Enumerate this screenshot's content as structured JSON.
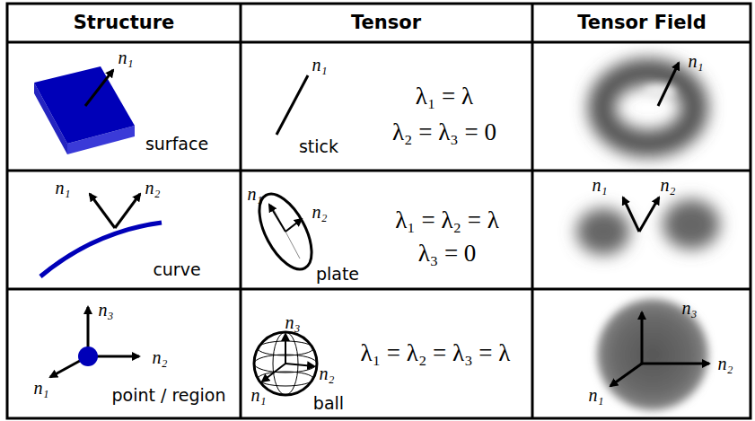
{
  "diagram": {
    "labels": [
      "Structure",
      "Tensor",
      "Tensor Field",
      "n₁",
      "surface",
      "n₁",
      "stick",
      "λ₁ = λ",
      "λ₂ = λ₃ = 0",
      "n₁",
      "n₁",
      "n₂",
      "curve",
      "n₁",
      "n₂",
      "plate",
      "λ₁ = λ₂ = λ",
      "λ₃ = 0",
      "n₁",
      "n₂",
      "n₃",
      "n₂",
      "n₁",
      "point / region",
      "n₃",
      "n₂",
      "n₁",
      "ball",
      "λ₁ = λ₂ = λ₃ = λ",
      "n₃",
      "n₂",
      "n₁"
    ]
  }
}
